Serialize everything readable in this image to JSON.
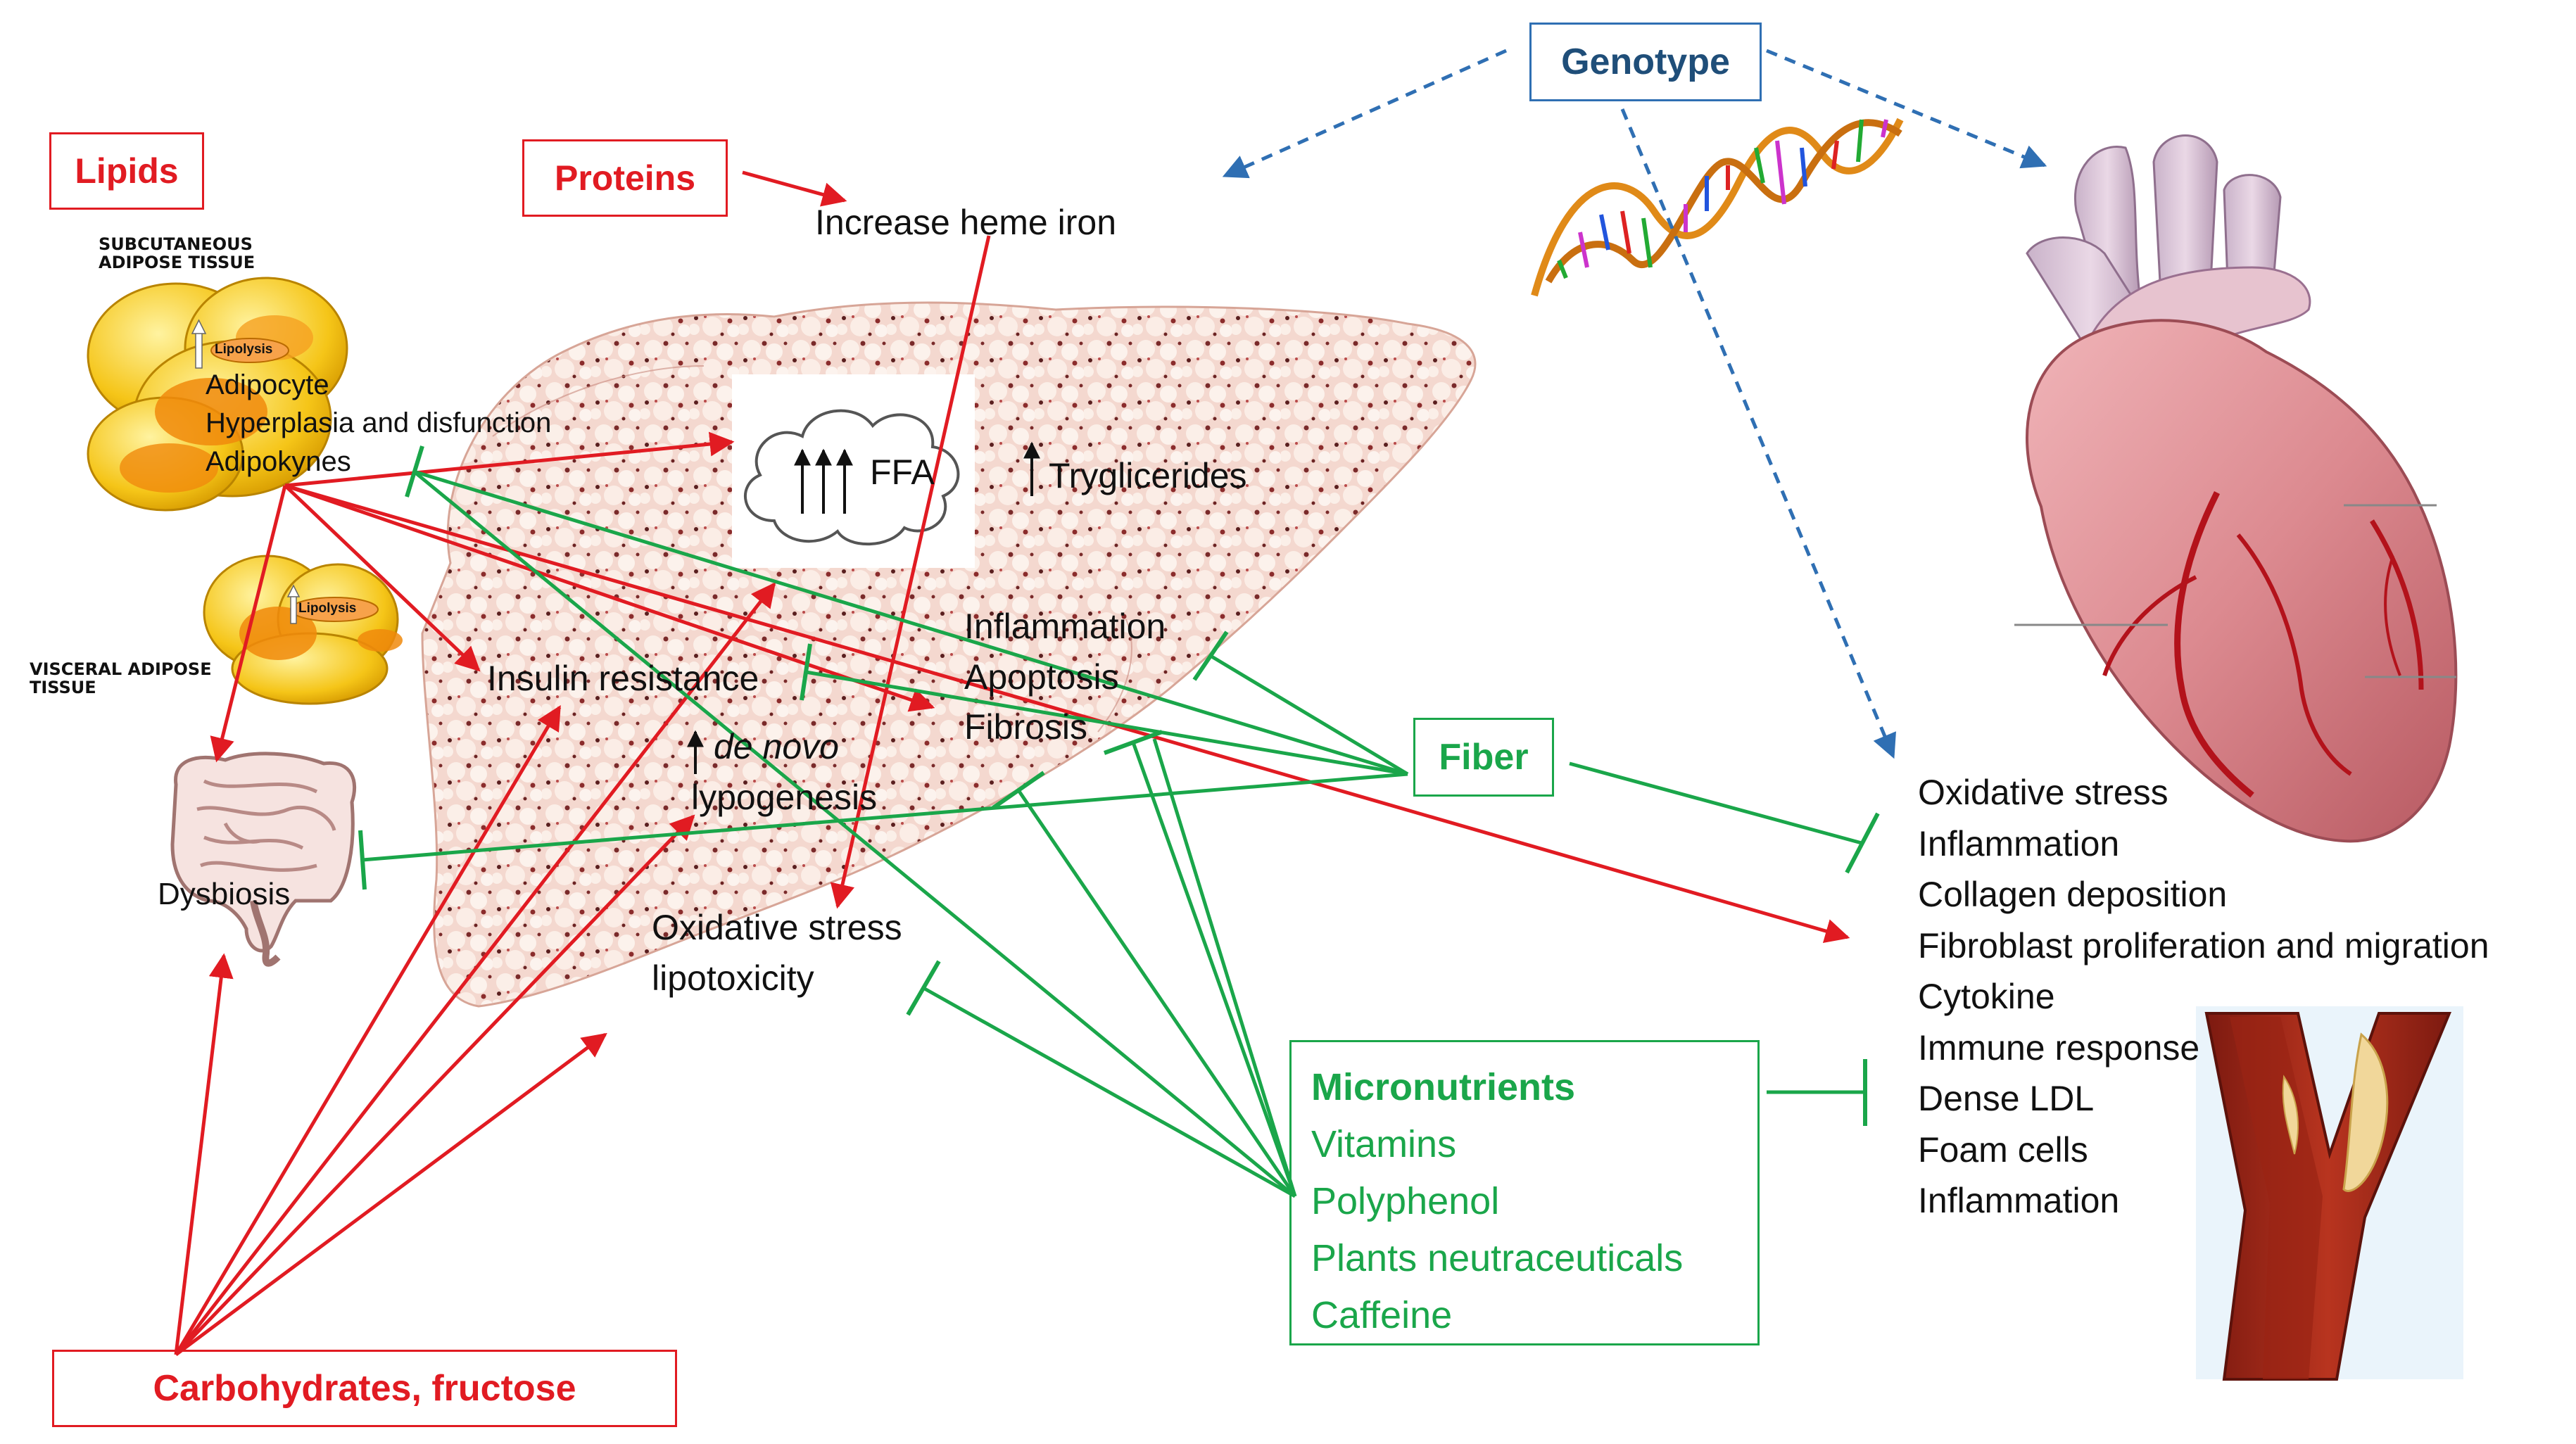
{
  "colors": {
    "red": "#e11b22",
    "green": "#1aa64a",
    "blue": "#2f6fb3",
    "navy": "#1f4e79"
  },
  "nodes": {
    "lipids": "Lipids",
    "proteins": "Proteins",
    "carbs": "Carbohydrates, fructose",
    "genotype": "Genotype",
    "fiber": "Fiber"
  },
  "adipose": {
    "subcutaneous": [
      "SUBCUTANEOUS",
      "ADIPOSE TISSUE"
    ],
    "visceral": [
      "VISCERAL ADIPOSE",
      "TISSUE"
    ],
    "lipolysis": "Lipolysis",
    "adipocyte_lines": [
      "Adipocyte",
      "Hyperplasia and disfunction",
      "Adipokynes"
    ]
  },
  "liver": {
    "heme": "Increase heme iron",
    "ffa": "FFA",
    "triglycerides": "Tryglicerides",
    "insulin": "Insulin resistance",
    "denovo": "de novo",
    "lypogenesis": "lypogenesis",
    "inflammation_lines": [
      "Inflammation",
      "Apoptosis",
      "Fibrosis"
    ],
    "oxidative_lines": [
      "Oxidative stress",
      "lipotoxicity"
    ]
  },
  "gut": {
    "dysbiosis": "Dysbiosis"
  },
  "micronutrients": [
    "Micronutrients",
    "Vitamins",
    "Polyphenol",
    "Plants neutraceuticals",
    "Caffeine"
  ],
  "cardio_effects": [
    "Oxidative stress",
    "Inflammation",
    "Collagen deposition",
    "Fibroblast proliferation and migration",
    "Cytokine",
    "Immune response",
    "Dense LDL",
    "Foam cells",
    "Inflammation"
  ],
  "icons": [
    "liver-illustration",
    "heart-illustration",
    "dna-icon",
    "intestine-icon",
    "adipocyte-icon",
    "artery-plaque-icon",
    "cloud-icon"
  ]
}
